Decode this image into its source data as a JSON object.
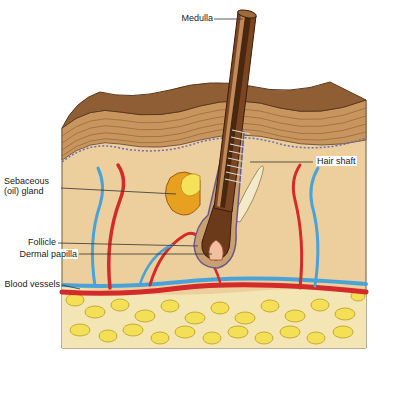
{
  "diagram": {
    "labels": [
      "Medulla",
      "Hair shaft",
      "Sebaceous (oil) gland",
      "Follicle",
      "Dermal papilla",
      "Blood vessels"
    ]
  }
}
